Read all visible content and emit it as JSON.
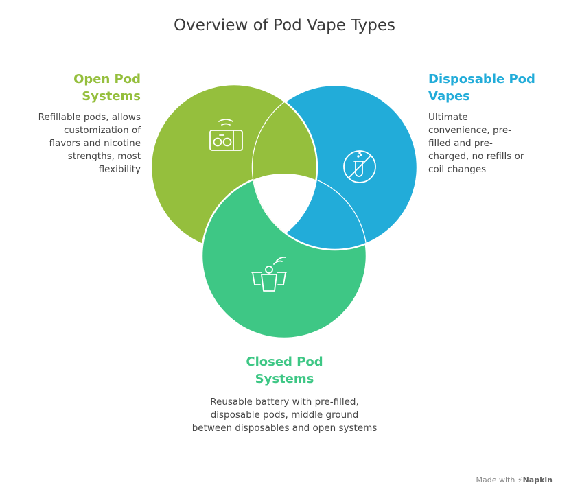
{
  "title": "Overview of Pod Vape Types",
  "items": [
    {
      "heading_1": "Open Pod",
      "heading_2": "Systems",
      "desc": [
        "Refillable pods, allows",
        "customization of",
        "flavors and nicotine",
        "strengths, most",
        "flexibility"
      ],
      "color": "#95bf3d",
      "icon": "radio-icon"
    },
    {
      "heading_1": "Disposable Pod",
      "heading_2": "Vapes",
      "desc": [
        "Ultimate",
        "convenience, pre-",
        "filled and pre-",
        "charged, no refills or",
        "coil changes"
      ],
      "color": "#22acd9",
      "icon": "no-test-tube-icon"
    },
    {
      "heading_1": "Closed Pod",
      "heading_2": "Systems",
      "desc": [
        "Reusable battery with pre-filled,",
        "disposable pods, middle ground",
        "between disposables and open systems"
      ],
      "color": "#3ec785",
      "icon": "cups-icon"
    }
  ],
  "footer": {
    "made_with": "Made with",
    "brand": "Napkin"
  }
}
